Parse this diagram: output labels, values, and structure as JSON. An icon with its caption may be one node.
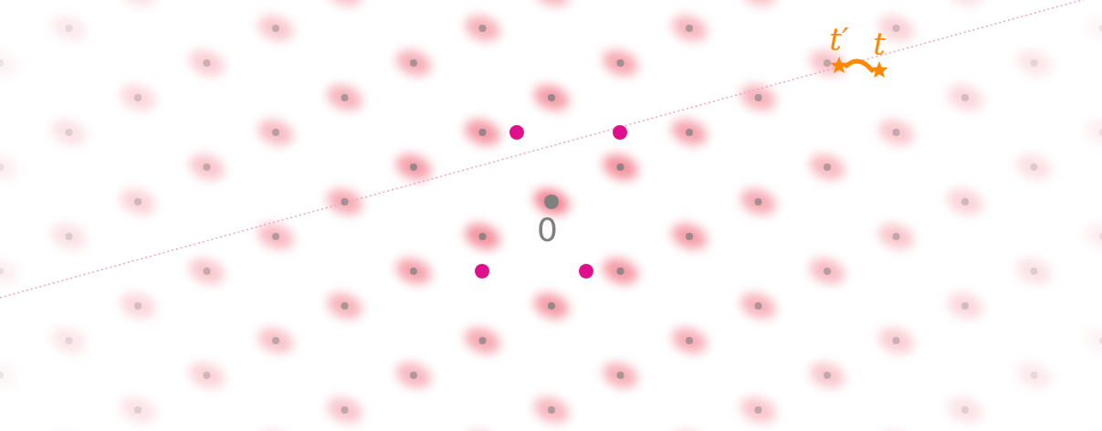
{
  "diagram": {
    "nodes": [
      {
        "text": [
          "t′"
        ]
      },
      {
        "text": [
          "t"
        ]
      }
    ],
    "edges": [
      {
        "from": 1,
        "to": 0,
        "arrow": "none",
        "color": "#ff8800"
      }
    ],
    "labels": [
      "0"
    ]
  }
}
